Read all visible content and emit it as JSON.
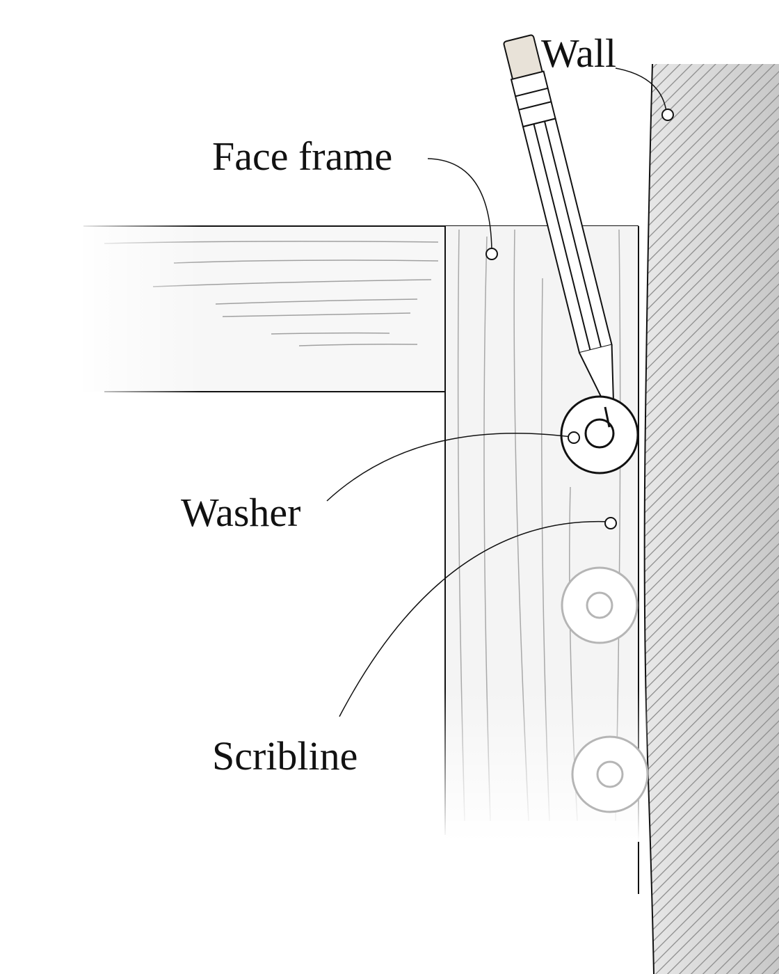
{
  "labels": {
    "wall": "Wall",
    "face_frame": "Face frame",
    "washer": "Washer",
    "scribline": "Scribline"
  },
  "colors": {
    "ink": "#111111",
    "grain": "#9a9a9a",
    "wall_hatch": "#8a8a8a",
    "ghost_washer": "#b5b5b5"
  }
}
